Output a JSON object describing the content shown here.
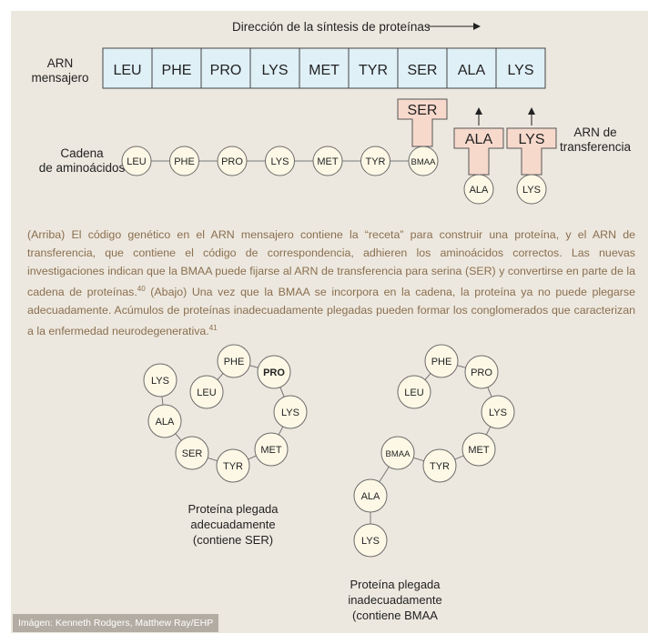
{
  "top": {
    "direction_label": "Dirección de la síntesis de proteínas",
    "mrna_label": [
      "ARN",
      "mensajero"
    ],
    "codons": [
      "LEU",
      "PHE",
      "PRO",
      "LYS",
      "MET",
      "TYR",
      "SER",
      "ALA",
      "LYS"
    ],
    "chain_label": [
      "Cadena",
      "de aminoácidos"
    ],
    "chain": [
      "LEU",
      "PHE",
      "PRO",
      "LYS",
      "MET",
      "TYR",
      "BMAA"
    ],
    "trna_label": [
      "ARN de",
      "transferencia"
    ],
    "trnas": [
      {
        "tag": "SER",
        "amino": null
      },
      {
        "tag": "ALA",
        "amino": "ALA"
      },
      {
        "tag": "LYS",
        "amino": "LYS"
      }
    ]
  },
  "caption": {
    "seg1": "(Arriba) El código genético en el ARN mensajero contiene la “receta” para construir una proteína, y el ARN de transferencia, que contiene el código de correspondencia, adhieren los aminoácidos correctos. Las nuevas investigaciones indican que la BMAA puede fijarse al ARN de transferencia para serina (SER) y convertirse en parte de la cadena de proteínas.",
    "ref1": "40",
    "seg2": " (Abajo) Una vez que la BMAA se incorpora en la cadena, la proteína ya no puede plegarse adecuadamente. Acúmulos de proteínas inadecuadamente plegadas pueden formar los conglomerados que caracterizan a la enfermedad neurodegenerativa.",
    "ref2": "41"
  },
  "left_protein": {
    "nodes": [
      "LYS",
      "ALA",
      "SER",
      "TYR",
      "MET",
      "LYS",
      "PRO",
      "PHE",
      "LEU"
    ],
    "label": [
      "Proteína plegada",
      "adecuadamente",
      "(contiene SER)"
    ]
  },
  "right_protein": {
    "nodes": [
      "LYS",
      "ALA",
      "BMAA",
      "TYR",
      "MET",
      "LYS",
      "PRO",
      "PHE",
      "LEU"
    ],
    "label": [
      "Proteína plegada",
      "inadecuadamente",
      "(contiene BMAA"
    ]
  },
  "credit": "Imágen: Kenneth Rodgers, Matthew Ray/EHP",
  "colors": {
    "panel": "#ede8df",
    "codon_fill": "#dff0f7",
    "trna_fill": "#f7d9cc",
    "node_fill": "#fdf8e6",
    "caption": "#8a6f4f"
  }
}
